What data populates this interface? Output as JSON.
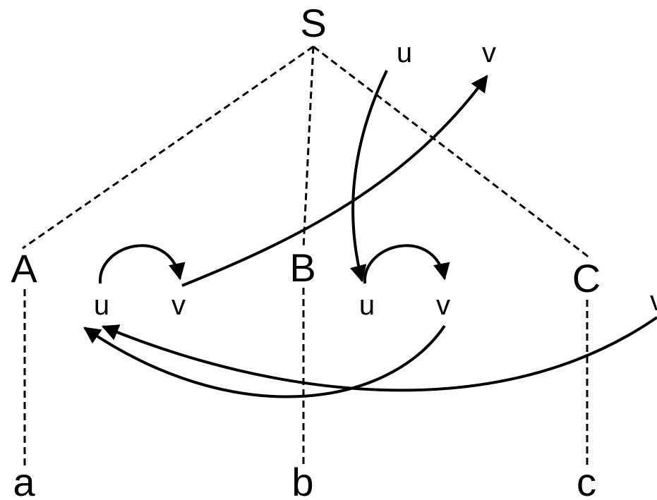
{
  "tree": {
    "root": "S",
    "nonterminals": [
      "A",
      "B",
      "C"
    ],
    "terminals": [
      "a",
      "b",
      "c"
    ]
  },
  "attributes": {
    "s_u": "u",
    "s_v": "v",
    "a_u": "u",
    "a_v": "v",
    "b_u": "u",
    "b_v": "v",
    "c_v": "v"
  },
  "colors": {
    "stroke": "#000000",
    "background": "#ffffff"
  }
}
